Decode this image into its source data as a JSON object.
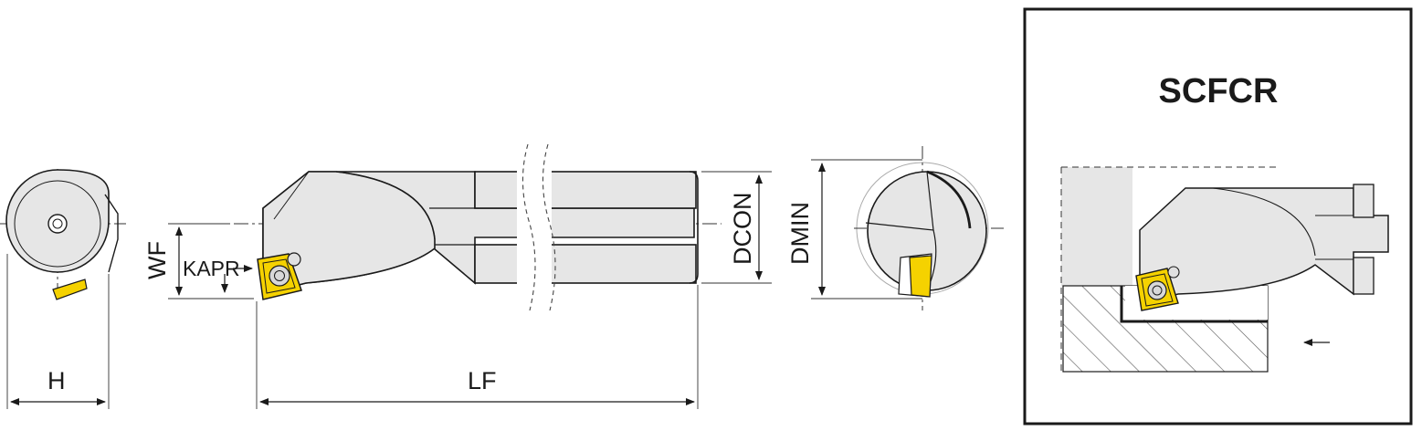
{
  "dimension_labels": {
    "h": "H",
    "wf": "WF",
    "kapr": "KAPR",
    "lf": "LF",
    "dcon": "DCON",
    "dmin": "DMIN"
  },
  "detail_panel": {
    "designation": "SCFCR"
  },
  "colors": {
    "body_fill": "#e6e6e6",
    "insert_yellow": "#f5d200",
    "line": "#1a1a1a",
    "hatch": "#555555"
  }
}
